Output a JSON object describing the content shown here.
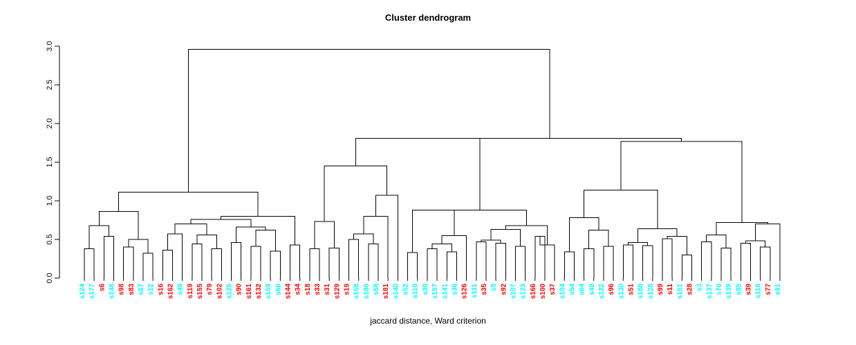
{
  "title": "Cluster dendrogram",
  "xlabel": "jaccard distance, Ward criterion",
  "colors": {
    "group_a": "#00FFFF",
    "group_b": "#FF0000",
    "axis": "#000000"
  },
  "axis": {
    "ticks": [
      "0.0",
      "0.5",
      "1.0",
      "1.5",
      "2.0",
      "2.5",
      "3.0"
    ],
    "values": [
      0.0,
      0.5,
      1.0,
      1.5,
      2.0,
      2.5,
      3.0
    ],
    "min": 0.0,
    "max": 3.0
  },
  "chart_data": {
    "type": "dendrogram",
    "title": "Cluster dendrogram",
    "xlabel": "jaccard distance, Ward criterion",
    "ylabel": "",
    "ylim": [
      0.0,
      3.0
    ],
    "yticks": [
      0.0,
      0.5,
      1.0,
      1.5,
      2.0,
      2.5,
      3.0
    ],
    "grid": false,
    "legend": "none",
    "leaf_labels": [
      "s124",
      "s177",
      "s6",
      "s148",
      "s98",
      "s83",
      "s67",
      "s12",
      "s16",
      "s162",
      "s49",
      "s119",
      "s155",
      "s79",
      "s102",
      "s125",
      "s90",
      "s161",
      "s132",
      "s159",
      "s66",
      "s144",
      "s34",
      "s18",
      "s33",
      "s31",
      "s129",
      "s19",
      "s158",
      "s180",
      "s58",
      "s181",
      "s140",
      "s52",
      "s110",
      "s30",
      "s157",
      "s141",
      "s36",
      "s126",
      "s111",
      "s35",
      "s9",
      "s92",
      "s107",
      "s123",
      "s166",
      "s100",
      "s37",
      "s104",
      "s54",
      "s64",
      "s40",
      "s122",
      "s96",
      "s130",
      "s51",
      "s188",
      "s128",
      "s99",
      "s11",
      "s151",
      "s28",
      "s3",
      "s137",
      "s70",
      "s139",
      "s85",
      "s39",
      "s118",
      "s77",
      "s91"
    ],
    "leaf_colors": [
      "#00FFFF",
      "#00FFFF",
      "#FF0000",
      "#00FFFF",
      "#FF0000",
      "#FF0000",
      "#00FFFF",
      "#00FFFF",
      "#FF0000",
      "#FF0000",
      "#00FFFF",
      "#FF0000",
      "#FF0000",
      "#FF0000",
      "#FF0000",
      "#00FFFF",
      "#FF0000",
      "#FF0000",
      "#FF0000",
      "#00FFFF",
      "#00FFFF",
      "#FF0000",
      "#FF0000",
      "#FF0000",
      "#FF0000",
      "#FF0000",
      "#FF0000",
      "#FF0000",
      "#00FFFF",
      "#00FFFF",
      "#00FFFF",
      "#FF0000",
      "#00FFFF",
      "#00FFFF",
      "#00FFFF",
      "#00FFFF",
      "#00FFFF",
      "#00FFFF",
      "#00FFFF",
      "#FF0000",
      "#00FFFF",
      "#FF0000",
      "#00FFFF",
      "#FF0000",
      "#00FFFF",
      "#00FFFF",
      "#FF0000",
      "#FF0000",
      "#FF0000",
      "#00FFFF",
      "#00FFFF",
      "#00FFFF",
      "#00FFFF",
      "#00FFFF",
      "#FF0000",
      "#00FFFF",
      "#FF0000",
      "#00FFFF",
      "#00FFFF",
      "#FF0000",
      "#FF0000",
      "#00FFFF",
      "#FF0000",
      "#00FFFF",
      "#00FFFF",
      "#00FFFF",
      "#00FFFF",
      "#00FFFF",
      "#FF0000",
      "#00FFFF",
      "#FF0000",
      "#00FFFF"
    ],
    "merges": [
      {
        "id": 100,
        "a": {
          "t": "leaf",
          "i": 0
        },
        "b": {
          "t": "leaf",
          "i": 1
        },
        "h": 0.38
      },
      {
        "id": 101,
        "a": {
          "t": "leaf",
          "i": 2
        },
        "b": {
          "t": "leaf",
          "i": 3
        },
        "h": 0.54
      },
      {
        "id": 102,
        "a": {
          "t": "node",
          "i": 100
        },
        "b": {
          "t": "node",
          "i": 101
        },
        "h": 0.68
      },
      {
        "id": 103,
        "a": {
          "t": "leaf",
          "i": 4
        },
        "b": {
          "t": "leaf",
          "i": 5
        },
        "h": 0.4
      },
      {
        "id": 104,
        "a": {
          "t": "leaf",
          "i": 6
        },
        "b": {
          "t": "leaf",
          "i": 7
        },
        "h": 0.32
      },
      {
        "id": 105,
        "a": {
          "t": "node",
          "i": 103
        },
        "b": {
          "t": "node",
          "i": 104
        },
        "h": 0.5
      },
      {
        "id": 106,
        "a": {
          "t": "node",
          "i": 102
        },
        "b": {
          "t": "node",
          "i": 105
        },
        "h": 0.86
      },
      {
        "id": 107,
        "a": {
          "t": "leaf",
          "i": 8
        },
        "b": {
          "t": "leaf",
          "i": 9
        },
        "h": 0.36
      },
      {
        "id": 108,
        "a": {
          "t": "leaf",
          "i": 10
        },
        "b": {
          "t": "node",
          "i": 107
        },
        "h": 0.57
      },
      {
        "id": 109,
        "a": {
          "t": "leaf",
          "i": 11
        },
        "b": {
          "t": "leaf",
          "i": 12
        },
        "h": 0.44
      },
      {
        "id": 110,
        "a": {
          "t": "leaf",
          "i": 13
        },
        "b": {
          "t": "leaf",
          "i": 14
        },
        "h": 0.38
      },
      {
        "id": 111,
        "a": {
          "t": "node",
          "i": 109
        },
        "b": {
          "t": "node",
          "i": 110
        },
        "h": 0.56
      },
      {
        "id": 112,
        "a": {
          "t": "node",
          "i": 108
        },
        "b": {
          "t": "node",
          "i": 111
        },
        "h": 0.7
      },
      {
        "id": 113,
        "a": {
          "t": "leaf",
          "i": 15
        },
        "b": {
          "t": "leaf",
          "i": 16
        },
        "h": 0.46
      },
      {
        "id": 114,
        "a": {
          "t": "leaf",
          "i": 17
        },
        "b": {
          "t": "leaf",
          "i": 18
        },
        "h": 0.41
      },
      {
        "id": 115,
        "a": {
          "t": "leaf",
          "i": 19
        },
        "b": {
          "t": "leaf",
          "i": 20
        },
        "h": 0.35
      },
      {
        "id": 116,
        "a": {
          "t": "node",
          "i": 114
        },
        "b": {
          "t": "node",
          "i": 115
        },
        "h": 0.62
      },
      {
        "id": 117,
        "a": {
          "t": "node",
          "i": 113
        },
        "b": {
          "t": "node",
          "i": 116
        },
        "h": 0.66
      },
      {
        "id": 118,
        "a": {
          "t": "node",
          "i": 112
        },
        "b": {
          "t": "node",
          "i": 117
        },
        "h": 0.76
      },
      {
        "id": 119,
        "a": {
          "t": "leaf",
          "i": 21
        },
        "b": {
          "t": "leaf",
          "i": 22
        },
        "h": 0.43
      },
      {
        "id": 120,
        "a": {
          "t": "node",
          "i": 119
        },
        "b": {
          "t": "node",
          "i": 118
        },
        "h": 0.8
      },
      {
        "id": 121,
        "a": {
          "t": "node",
          "i": 106
        },
        "b": {
          "t": "node",
          "i": 120
        },
        "h": 1.11
      },
      {
        "id": 122,
        "a": {
          "t": "leaf",
          "i": 23
        },
        "b": {
          "t": "leaf",
          "i": 24
        },
        "h": 0.38
      },
      {
        "id": 123,
        "a": {
          "t": "leaf",
          "i": 25
        },
        "b": {
          "t": "leaf",
          "i": 26
        },
        "h": 0.39
      },
      {
        "id": 124,
        "a": {
          "t": "node",
          "i": 122
        },
        "b": {
          "t": "node",
          "i": 123
        },
        "h": 0.73
      },
      {
        "id": 125,
        "a": {
          "t": "leaf",
          "i": 27
        },
        "b": {
          "t": "leaf",
          "i": 28
        },
        "h": 0.5
      },
      {
        "id": 126,
        "a": {
          "t": "leaf",
          "i": 29
        },
        "b": {
          "t": "leaf",
          "i": 30
        },
        "h": 0.44
      },
      {
        "id": 127,
        "a": {
          "t": "node",
          "i": 125
        },
        "b": {
          "t": "node",
          "i": 126
        },
        "h": 0.57
      },
      {
        "id": 128,
        "a": {
          "t": "node",
          "i": 127
        },
        "b": {
          "t": "leaf",
          "i": 31
        },
        "h": 0.8
      },
      {
        "id": 129,
        "a": {
          "t": "node",
          "i": 128
        },
        "b": {
          "t": "leaf",
          "i": 32
        },
        "h": 1.07
      },
      {
        "id": 130,
        "a": {
          "t": "node",
          "i": 124
        },
        "b": {
          "t": "node",
          "i": 129
        },
        "h": 1.45
      },
      {
        "id": 131,
        "a": {
          "t": "leaf",
          "i": 33
        },
        "b": {
          "t": "leaf",
          "i": 34
        },
        "h": 0.33
      },
      {
        "id": 132,
        "a": {
          "t": "leaf",
          "i": 35
        },
        "b": {
          "t": "leaf",
          "i": 36
        },
        "h": 0.38
      },
      {
        "id": 133,
        "a": {
          "t": "leaf",
          "i": 37
        },
        "b": {
          "t": "leaf",
          "i": 38
        },
        "h": 0.34
      },
      {
        "id": 134,
        "a": {
          "t": "node",
          "i": 132
        },
        "b": {
          "t": "node",
          "i": 133
        },
        "h": 0.44
      },
      {
        "id": 135,
        "a": {
          "t": "node",
          "i": 134
        },
        "b": {
          "t": "leaf",
          "i": 39
        },
        "h": 0.55
      },
      {
        "id": 136,
        "a": {
          "t": "node",
          "i": 131
        },
        "b": {
          "t": "node",
          "i": 135
        },
        "h": 0.88
      },
      {
        "id": 137,
        "a": {
          "t": "leaf",
          "i": 40
        },
        "b": {
          "t": "leaf",
          "i": 41
        },
        "h": 0.47
      },
      {
        "id": 138,
        "a": {
          "t": "leaf",
          "i": 42
        },
        "b": {
          "t": "leaf",
          "i": 43
        },
        "h": 0.45
      },
      {
        "id": 139,
        "a": {
          "t": "node",
          "i": 137
        },
        "b": {
          "t": "node",
          "i": 138
        },
        "h": 0.49
      },
      {
        "id": 140,
        "a": {
          "t": "leaf",
          "i": 44
        },
        "b": {
          "t": "leaf",
          "i": 45
        },
        "h": 0.41
      },
      {
        "id": 141,
        "a": {
          "t": "node",
          "i": 139
        },
        "b": {
          "t": "node",
          "i": 140
        },
        "h": 0.63
      },
      {
        "id": 142,
        "a": {
          "t": "leaf",
          "i": 46
        },
        "b": {
          "t": "leaf",
          "i": 47
        },
        "h": 0.54
      },
      {
        "id": 143,
        "a": {
          "t": "node",
          "i": 142
        },
        "b": {
          "t": "leaf",
          "i": 48
        },
        "h": 0.43
      },
      {
        "id": 144,
        "a": {
          "t": "node",
          "i": 141
        },
        "b": {
          "t": "node",
          "i": 143
        },
        "h": 0.68
      },
      {
        "id": 145,
        "a": {
          "t": "node",
          "i": 136
        },
        "b": {
          "t": "node",
          "i": 144
        },
        "h": 0.88
      },
      {
        "id": 146,
        "a": {
          "t": "node",
          "i": 130
        },
        "b": {
          "t": "node",
          "i": 145
        },
        "h": 1.81
      },
      {
        "id": 147,
        "a": {
          "t": "leaf",
          "i": 49
        },
        "b": {
          "t": "leaf",
          "i": 50
        },
        "h": 0.34
      },
      {
        "id": 148,
        "a": {
          "t": "leaf",
          "i": 51
        },
        "b": {
          "t": "leaf",
          "i": 52
        },
        "h": 0.38
      },
      {
        "id": 149,
        "a": {
          "t": "leaf",
          "i": 53
        },
        "b": {
          "t": "leaf",
          "i": 54
        },
        "h": 0.41
      },
      {
        "id": 150,
        "a": {
          "t": "node",
          "i": 148
        },
        "b": {
          "t": "node",
          "i": 149
        },
        "h": 0.62
      },
      {
        "id": 151,
        "a": {
          "t": "node",
          "i": 147
        },
        "b": {
          "t": "node",
          "i": 150
        },
        "h": 0.78
      },
      {
        "id": 152,
        "a": {
          "t": "leaf",
          "i": 55
        },
        "b": {
          "t": "leaf",
          "i": 56
        },
        "h": 0.43
      },
      {
        "id": 153,
        "a": {
          "t": "leaf",
          "i": 57
        },
        "b": {
          "t": "leaf",
          "i": 58
        },
        "h": 0.42
      },
      {
        "id": 154,
        "a": {
          "t": "node",
          "i": 152
        },
        "b": {
          "t": "node",
          "i": 153
        },
        "h": 0.46
      },
      {
        "id": 155,
        "a": {
          "t": "leaf",
          "i": 59
        },
        "b": {
          "t": "leaf",
          "i": 60
        },
        "h": 0.51
      },
      {
        "id": 156,
        "a": {
          "t": "leaf",
          "i": 61
        },
        "b": {
          "t": "leaf",
          "i": 62
        },
        "h": 0.3
      },
      {
        "id": 157,
        "a": {
          "t": "node",
          "i": 155
        },
        "b": {
          "t": "node",
          "i": 156
        },
        "h": 0.54
      },
      {
        "id": 158,
        "a": {
          "t": "node",
          "i": 154
        },
        "b": {
          "t": "node",
          "i": 157
        },
        "h": 0.64
      },
      {
        "id": 159,
        "a": {
          "t": "node",
          "i": 151
        },
        "b": {
          "t": "node",
          "i": 158
        },
        "h": 1.14
      },
      {
        "id": 160,
        "a": {
          "t": "leaf",
          "i": 63
        },
        "b": {
          "t": "leaf",
          "i": 64
        },
        "h": 0.47
      },
      {
        "id": 161,
        "a": {
          "t": "leaf",
          "i": 65
        },
        "b": {
          "t": "leaf",
          "i": 66
        },
        "h": 0.39
      },
      {
        "id": 162,
        "a": {
          "t": "node",
          "i": 160
        },
        "b": {
          "t": "node",
          "i": 161
        },
        "h": 0.56
      },
      {
        "id": 163,
        "a": {
          "t": "leaf",
          "i": 67
        },
        "b": {
          "t": "leaf",
          "i": 68
        },
        "h": 0.45
      },
      {
        "id": 164,
        "a": {
          "t": "leaf",
          "i": 69
        },
        "b": {
          "t": "leaf",
          "i": 70
        },
        "h": 0.4
      },
      {
        "id": 165,
        "a": {
          "t": "node",
          "i": 163
        },
        "b": {
          "t": "node",
          "i": 164
        },
        "h": 0.48
      },
      {
        "id": 166,
        "a": {
          "t": "node",
          "i": 165
        },
        "b": {
          "t": "leaf",
          "i": 71
        },
        "h": 0.7
      },
      {
        "id": 167,
        "a": {
          "t": "node",
          "i": 162
        },
        "b": {
          "t": "node",
          "i": 166
        },
        "h": 0.72
      },
      {
        "id": 168,
        "a": {
          "t": "node",
          "i": 159
        },
        "b": {
          "t": "node",
          "i": 167
        },
        "h": 1.77
      },
      {
        "id": 169,
        "a": {
          "t": "node",
          "i": 146
        },
        "b": {
          "t": "node",
          "i": 168
        },
        "h": 1.81
      },
      {
        "id": 170,
        "a": {
          "t": "node",
          "i": 121
        },
        "b": {
          "t": "node",
          "i": 169
        },
        "h": 2.96
      }
    ]
  }
}
